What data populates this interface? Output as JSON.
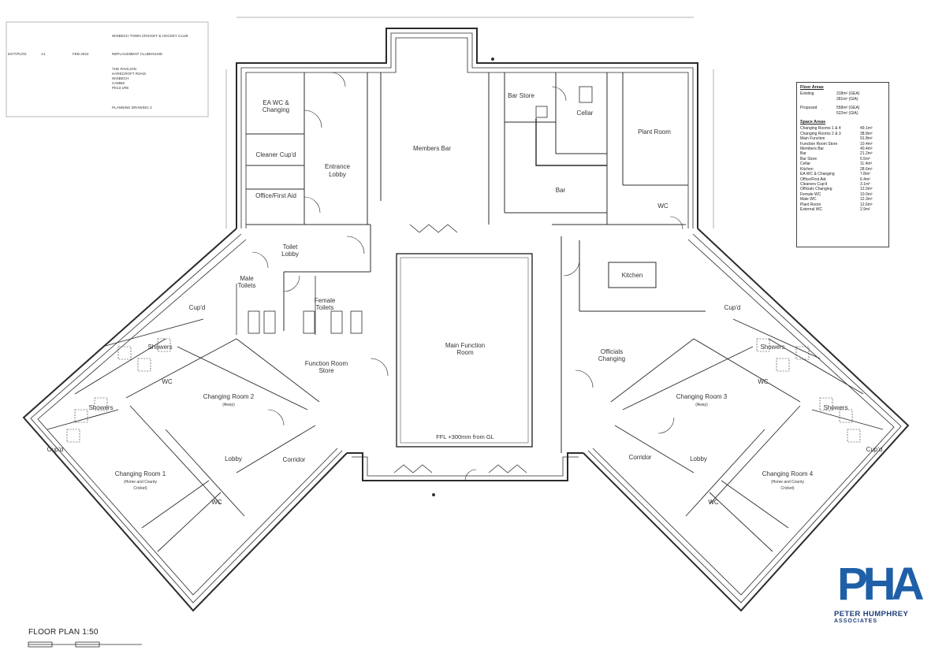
{
  "title_block": {
    "client": "WISBECH TOWN CRICKET & HOCKEY CLUB",
    "project": "REPLACEMENT CLUBHOUSE",
    "site": [
      "THE PAVILION",
      "HARECROFT ROAD",
      "WISBECH",
      "CAMBS",
      "PE13 1RE"
    ],
    "status": "PLANNING DRAWING 2",
    "drawing_no": "8477/PL/02",
    "size": "A1",
    "date": "FEB 2024"
  },
  "rooms": {
    "ea_wc": "EA WC &",
    "ea_wc2": "Changing",
    "cleaner": "Cleaner Cup'd",
    "office": "Office/First Aid",
    "entrance": "Entrance",
    "entrance2": "Lobby",
    "members_bar": "Members Bar",
    "bar_store": "Bar Store",
    "cellar": "Cellar",
    "plant": "Plant Room",
    "bar": "Bar",
    "wc": "WC",
    "kitchen": "Kitchen",
    "toilet_lobby": "Toilet",
    "toilet_lobby2": "Lobby",
    "male": "Male",
    "male2": "Toilets",
    "female": "Female",
    "female2": "Toilets",
    "main_function": "Main Function",
    "main_function2": "Room",
    "ffl": "FFL +300mm from GL",
    "function_store": "Function Room",
    "function_store2": "Store",
    "officials": "Officials",
    "officials2": "Changing",
    "cupd": "Cup'd",
    "showers": "Showers",
    "cr1": "Changing Room 1",
    "cr1_sub1": "(Home and County",
    "cr1_sub2": "Cricket)",
    "cr2": "Changing Room 2",
    "cr2_sub": "(Away)",
    "cr3": "Changing Room 3",
    "cr3_sub": "(Away)",
    "cr4": "Changing Room 4",
    "cr4_sub1": "(Home and County",
    "cr4_sub2": "Cricket)",
    "lobby": "Lobby",
    "corridor": "Corridor"
  },
  "floor_areas": {
    "title": "Floor Areas",
    "existing_label": "Existing",
    "existing": [
      "318m² (GEA)",
      "281m² (GIA)"
    ],
    "proposed_label": "Proposed",
    "proposed": [
      "558m² (GEA)",
      "522m² (GIA)"
    ]
  },
  "space_areas": {
    "title": "Space Areas",
    "rows": [
      {
        "name": "Changing Rooms 1 & 4",
        "area": "49.1m²"
      },
      {
        "name": "Changing Rooms 2 & 3",
        "area": "38.8m²"
      },
      {
        "name": "Main Function",
        "area": "91.8m²"
      },
      {
        "name": "Function Room Store",
        "area": "10.4m²"
      },
      {
        "name": "Members Bar",
        "area": "40.4m²"
      },
      {
        "name": "Bar",
        "area": "21.2m²"
      },
      {
        "name": "Bar Store",
        "area": "5.5m²"
      },
      {
        "name": "Cellar",
        "area": "11.4m²"
      },
      {
        "name": "Kitchen",
        "area": "28.6m²"
      },
      {
        "name": "EA WC & Changing",
        "area": "7.8m²"
      },
      {
        "name": "Office/First Aid",
        "area": "6.4m²"
      },
      {
        "name": "Cleaners Cup'd",
        "area": "3.1m²"
      },
      {
        "name": "Officials Changing",
        "area": "12.0m²"
      },
      {
        "name": "Female WC",
        "area": "10.0m²"
      },
      {
        "name": "Male WC",
        "area": "12.3m²"
      },
      {
        "name": "Plant Room",
        "area": "12.6m²"
      },
      {
        "name": "External WC",
        "area": "2.9m²"
      }
    ]
  },
  "drawing_title": "FLOOR PLAN 1:50",
  "logo": {
    "letters": "PHA",
    "name": "PETER HUMPHREY",
    "sub": "ASSOCIATES"
  },
  "colors": {
    "wall": "#2b2b2b",
    "line": "#555555",
    "brand": "#1f5fa8"
  }
}
